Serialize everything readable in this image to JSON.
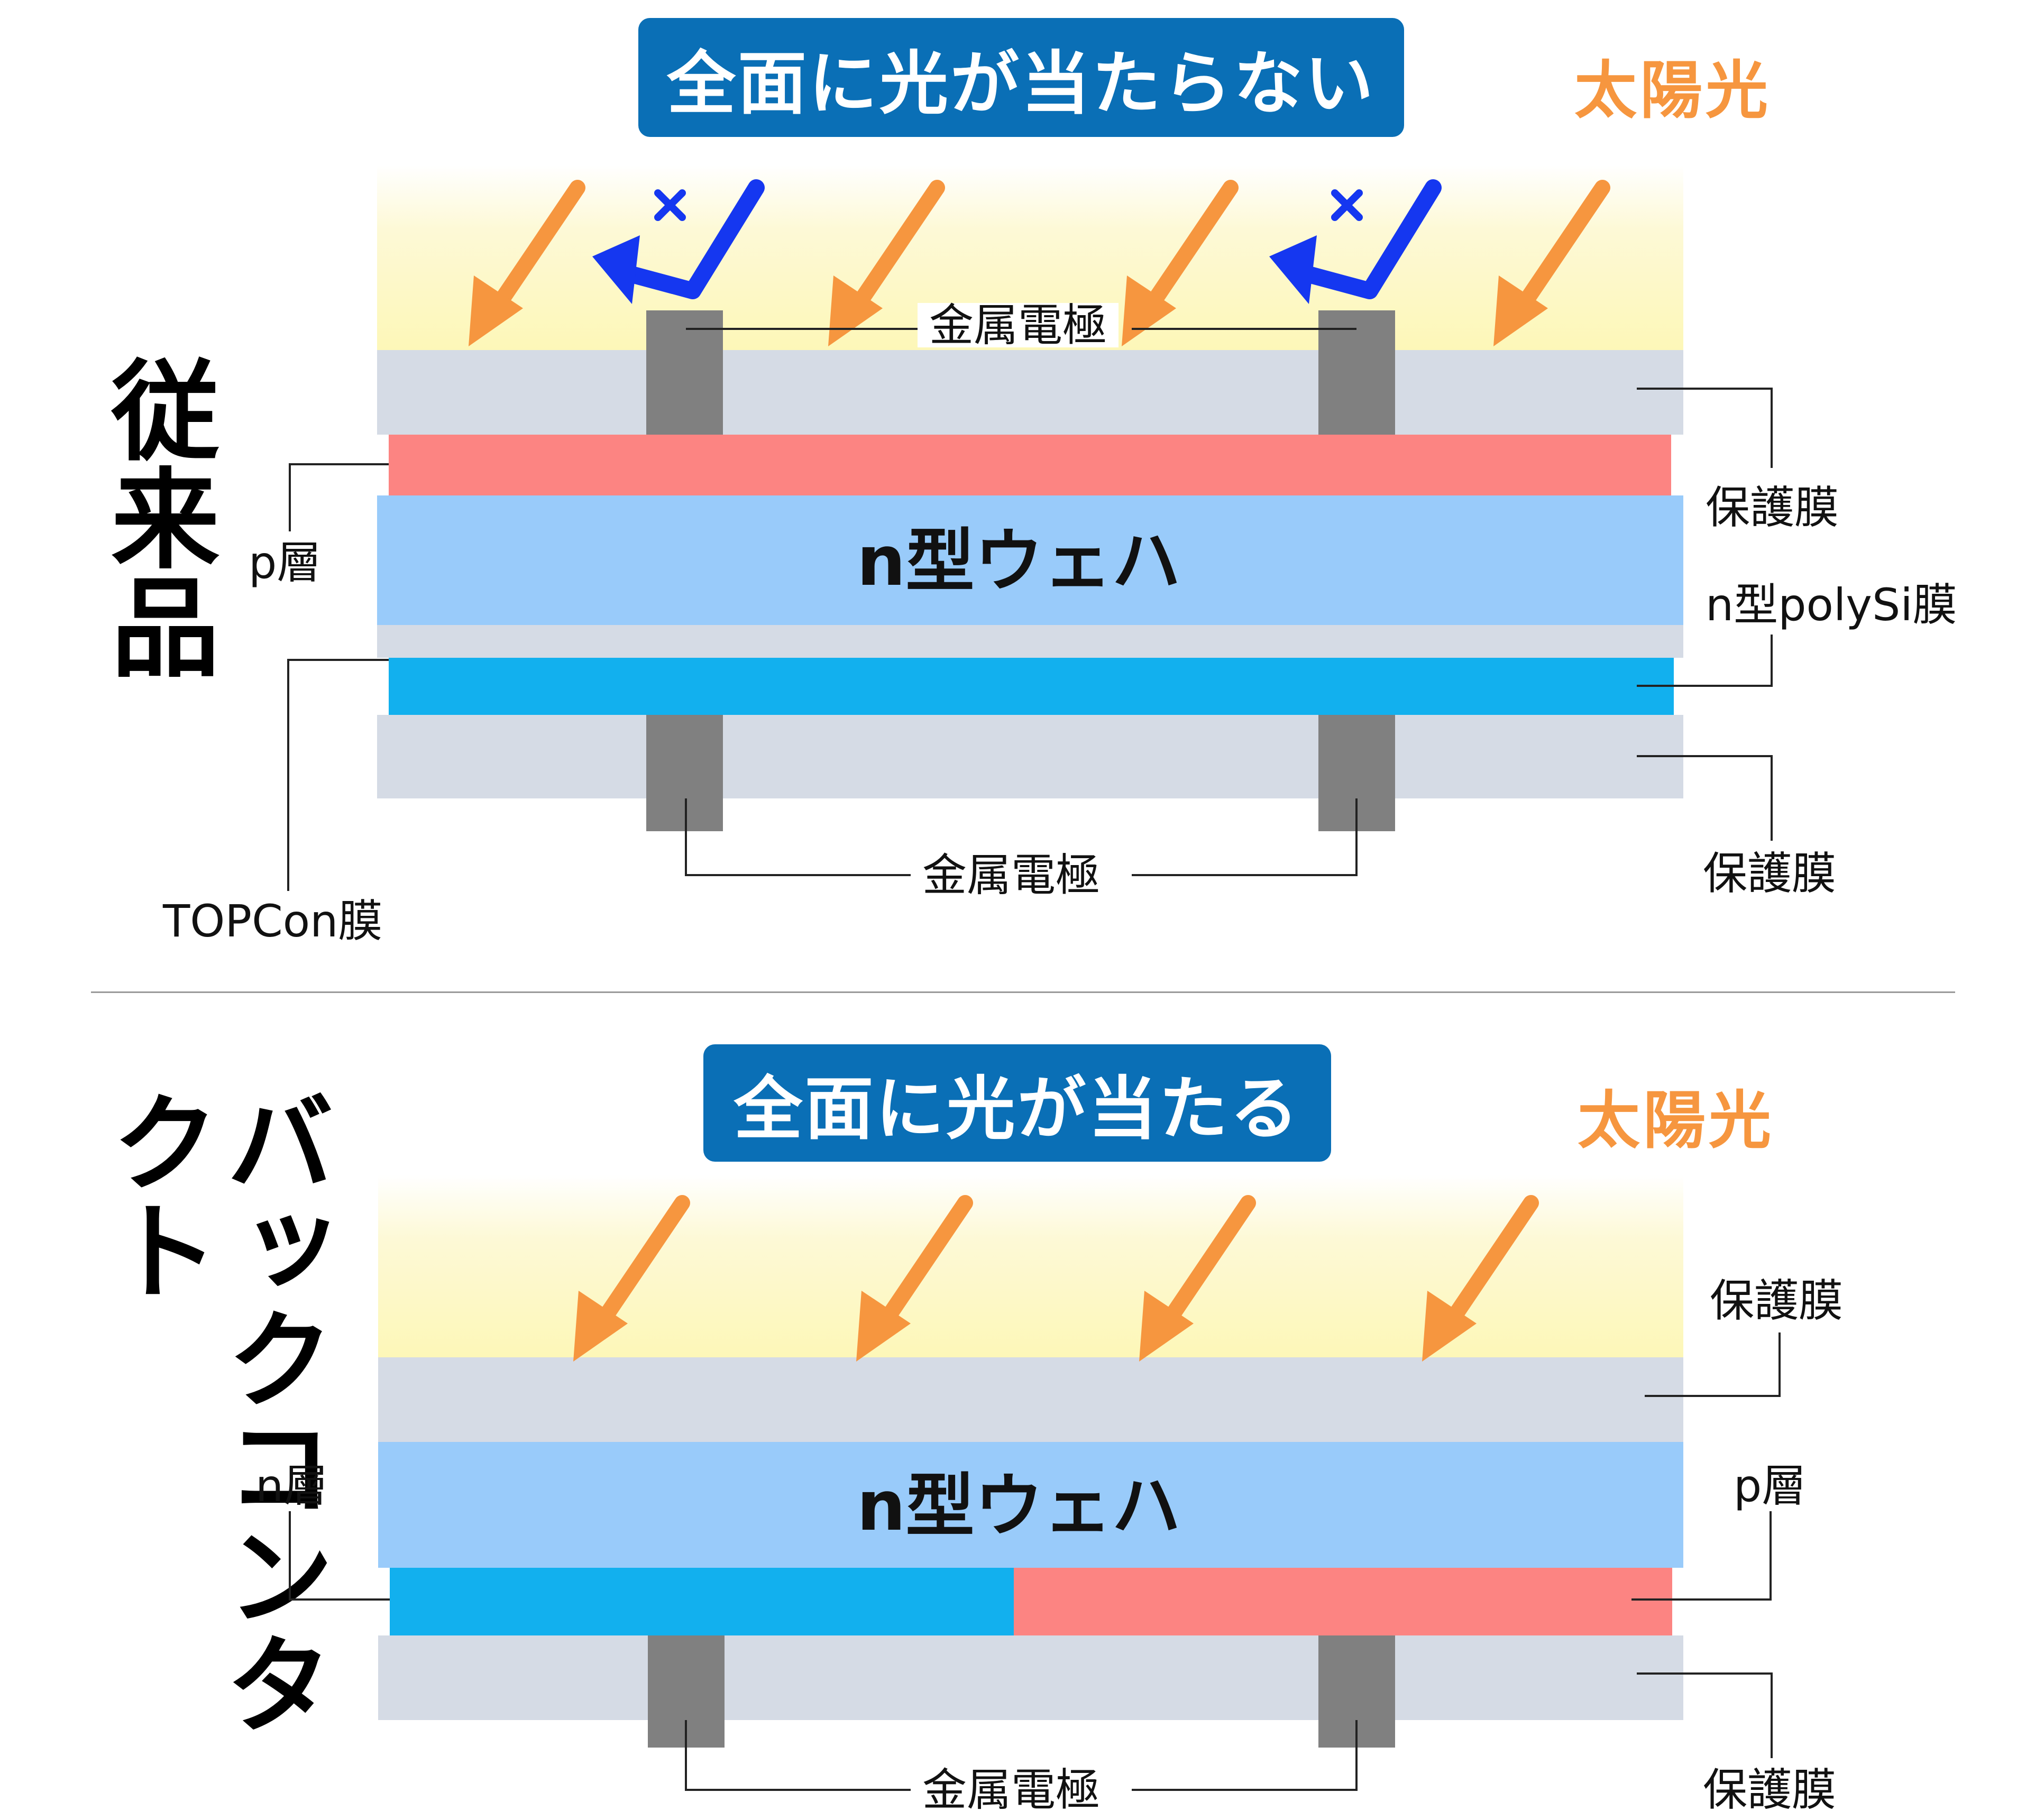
{
  "top": {
    "side_title": "従来品",
    "banner": "全面に光が当たらない",
    "sunlight": "太陽光",
    "wafer": "n型ウェハ",
    "labels": {
      "electrode_top": "金属電極",
      "electrode_bottom": "金属電極",
      "protective_1": "保護膜",
      "polysi": "n型polySi膜",
      "protective_2": "保護膜",
      "p_layer": "p層",
      "topcon": "TOPCon膜"
    },
    "blocked_mark": "×"
  },
  "bottom": {
    "side_title": "バックコンタクト",
    "banner": "全面に光が当たる",
    "sunlight": "太陽光",
    "wafer": "n型ウェハ",
    "labels": {
      "protective_top": "保護膜",
      "n_layer": "n層",
      "p_layer": "p層",
      "electrode": "金属電極",
      "protective_bottom": "保護膜"
    }
  },
  "colors": {
    "banner": "#0a6fb6",
    "sunlight": "#f6963f",
    "blocked_arrow": "#1537f0",
    "protective": "#d5dbe5",
    "p_layer": "#fc8482",
    "n_wafer": "#99cbfa",
    "n_layer": "#12b0ee",
    "electrode": "#808080"
  }
}
